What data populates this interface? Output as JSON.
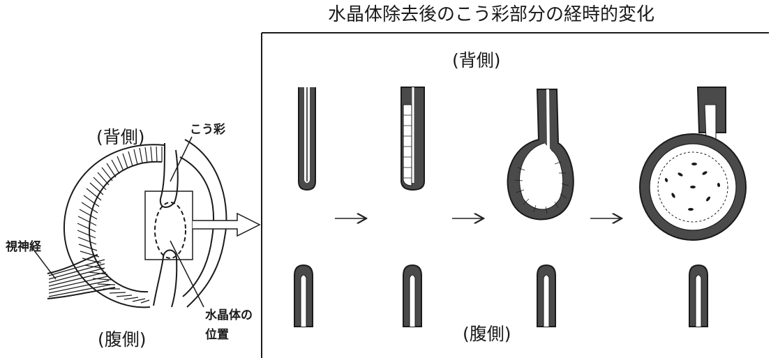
{
  "title": "水晶体除去後のこう彩部分の経時的変化",
  "panel": {
    "dorsal": "(背側)",
    "ventral": "(腹側)"
  },
  "eye": {
    "dorsal": "(背側)",
    "ventral": "(腹側)",
    "iris": "こう彩",
    "optic_nerve": "視神経",
    "lens_position_line1": "水晶体の",
    "lens_position_line2": "位置"
  },
  "colors": {
    "tissue": "#4a4a4a",
    "line": "#1a1a1a",
    "background": "#ffffff"
  }
}
